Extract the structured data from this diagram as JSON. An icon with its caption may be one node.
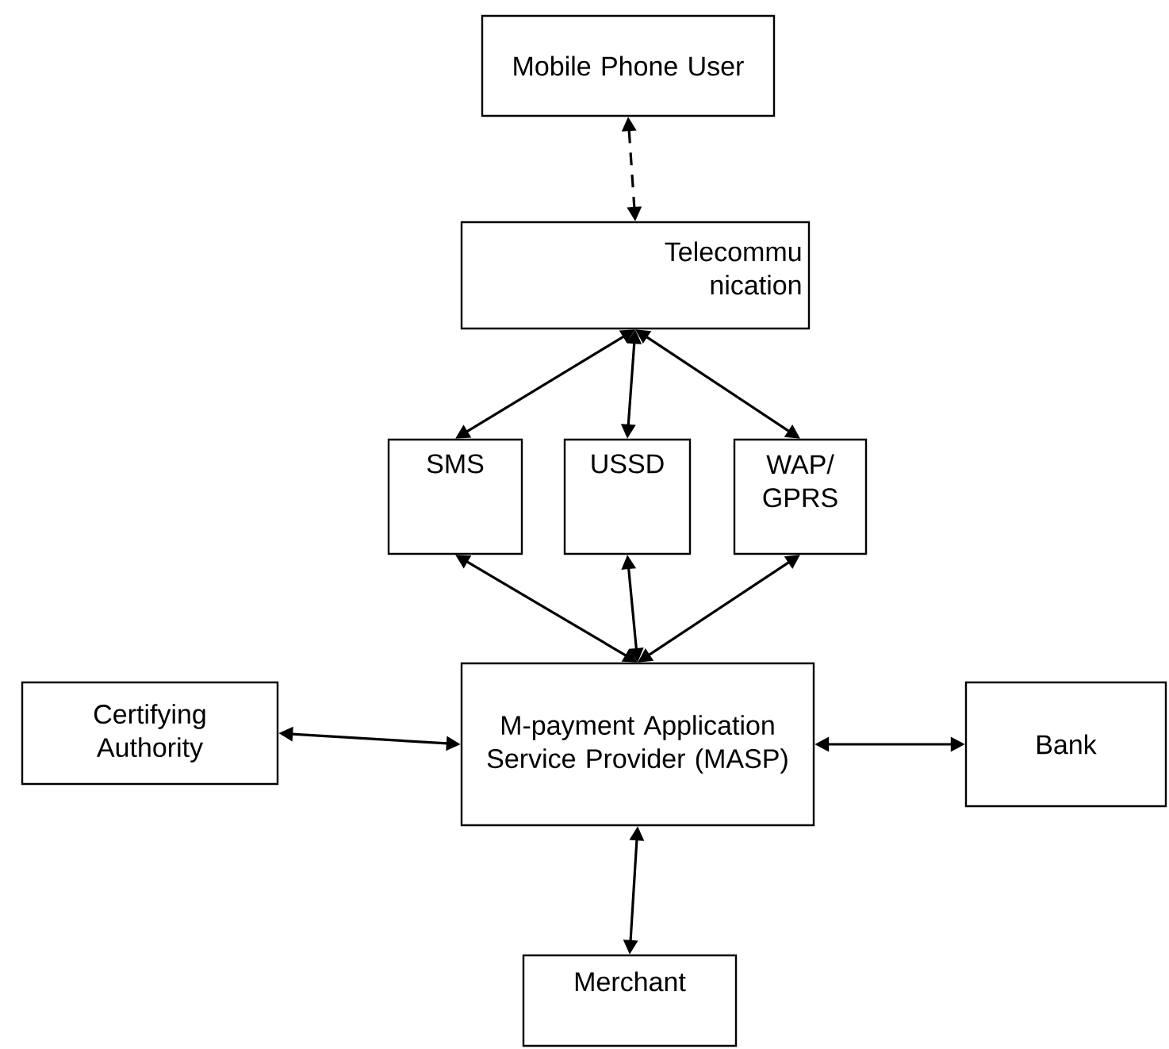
{
  "diagram": {
    "nodes": [
      {
        "text": [
          "Mobile Phone User"
        ]
      },
      {
        "text": [
          "Telecommu nication"
        ]
      },
      {
        "text": [
          "SMS"
        ]
      },
      {
        "text": [
          "USSD"
        ]
      },
      {
        "text": [
          "WAP/ GPRS"
        ]
      },
      {
        "text": [
          "M-payment Application Service Provider (MASP)"
        ]
      },
      {
        "text": [
          "Certifying Authority"
        ]
      },
      {
        "text": [
          "Bank"
        ]
      },
      {
        "text": [
          "Merchant"
        ]
      }
    ],
    "edges": [
      {
        "from": 0,
        "to": 1,
        "arrow": "both",
        "style": "dashed"
      },
      {
        "from": 1,
        "to": 2,
        "arrow": "both"
      },
      {
        "from": 1,
        "to": 3,
        "arrow": "both"
      },
      {
        "from": 1,
        "to": 4,
        "arrow": "both"
      },
      {
        "from": 2,
        "to": 5,
        "arrow": "both"
      },
      {
        "from": 3,
        "to": 5,
        "arrow": "both"
      },
      {
        "from": 4,
        "to": 5,
        "arrow": "both"
      },
      {
        "from": 6,
        "to": 5,
        "arrow": "both"
      },
      {
        "from": 5,
        "to": 7,
        "arrow": "both"
      },
      {
        "from": 5,
        "to": 8,
        "arrow": "both"
      }
    ]
  }
}
